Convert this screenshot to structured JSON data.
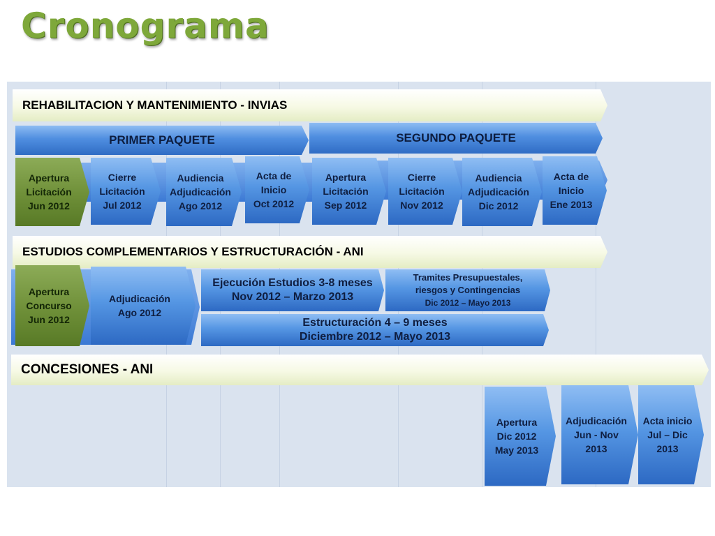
{
  "title": "Cronograma",
  "sections": {
    "invias": "REHABILITACION Y MANTENIMIENTO - INVIAS",
    "ani_studies": "ESTUDIOS COMPLEMENTARIOS Y ESTRUCTURACIÓN -  ANI",
    "concesiones": "CONCESIONES  - ANI"
  },
  "packages": {
    "first": "PRIMER PAQUETE",
    "second": "SEGUNDO PAQUETE"
  },
  "invias_steps": [
    {
      "l1": "Apertura",
      "l2": "Licitación",
      "l3": "Jun 2012"
    },
    {
      "l1": "Cierre",
      "l2": "Licitación",
      "l3": "Jul 2012"
    },
    {
      "l1": "Audiencia",
      "l2": "Adjudicación",
      "l3": "Ago 2012"
    },
    {
      "l1": "Acta de",
      "l2": "Inicio",
      "l3": "Oct 2012"
    },
    {
      "l1": "Apertura",
      "l2": "Licitación",
      "l3": "Sep 2012"
    },
    {
      "l1": "Cierre",
      "l2": "Licitación",
      "l3": "Nov 2012"
    },
    {
      "l1": "Audiencia",
      "l2": "Adjudicación",
      "l3": "Dic 2012"
    },
    {
      "l1": "Acta de",
      "l2": "Inicio",
      "l3": "Ene 2013"
    }
  ],
  "ani_steps": {
    "apertura": {
      "l1": "Apertura",
      "l2": "Concurso",
      "l3": "Jun 2012"
    },
    "adjudicacion": {
      "l1": "Adjudicación",
      "l2": "Ago 2012"
    },
    "ejecucion": {
      "l1": "Ejecución Estudios 3-8 meses",
      "l2": "Nov 2012 – Marzo  2013"
    },
    "tramites": {
      "l1": "Tramites Presupuestales,",
      "l2": "riesgos y Contingencias",
      "l3": "Dic 2012 – Mayo 2013"
    },
    "estructuracion": {
      "l1": "Estructuración 4 – 9 meses",
      "l2": "Diciembre 2012 – Mayo 2013"
    }
  },
  "concesiones_steps": [
    {
      "l1": "Apertura",
      "l2": "Dic 2012",
      "l3": "May  2013"
    },
    {
      "l1": "Adjudicación",
      "l2": "Jun - Nov",
      "l3": "2013"
    },
    {
      "l1": "Acta inicio",
      "l2": "Jul – Dic",
      "l3": "2013"
    }
  ],
  "colors": {
    "title": "#7ea83a",
    "panel": "#dae3ef",
    "blue": "#4f8ee0",
    "green": "#6e8f38"
  }
}
